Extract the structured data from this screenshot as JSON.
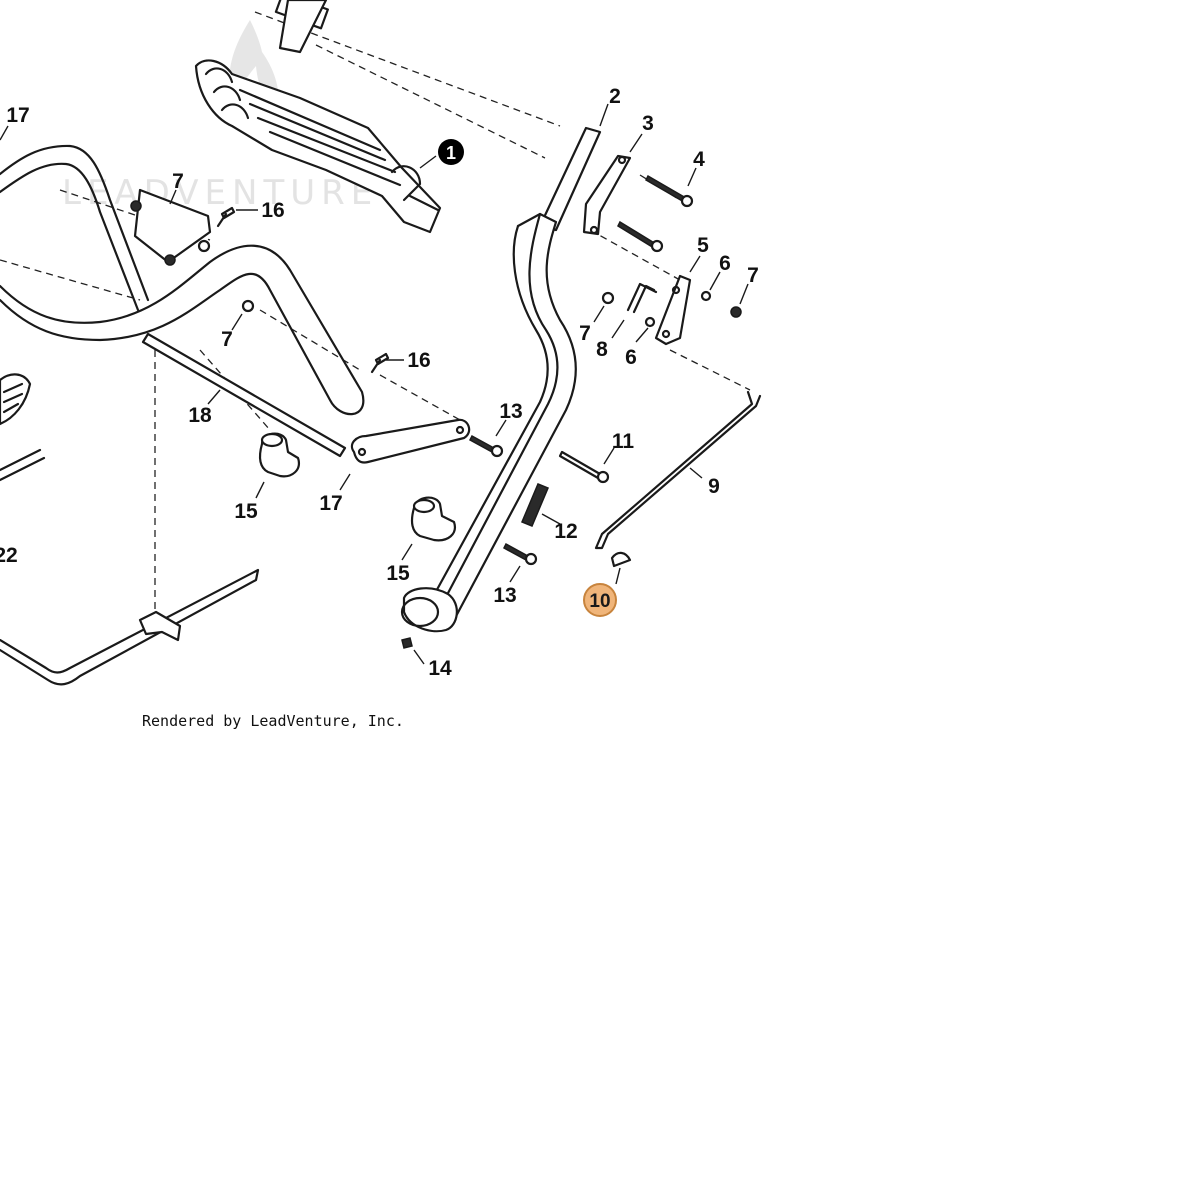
{
  "watermark_text": "LEADVENTURE",
  "credit_text": "Rendered by LeadVenture, Inc.",
  "colors": {
    "line": "#1a1a1a",
    "badge_black": "#000000",
    "badge_highlight_fill": "#f0b57a",
    "badge_highlight_stroke": "#c8843d"
  },
  "callouts": {
    "c1": "1",
    "c2": "2",
    "c3": "3",
    "c4": "4",
    "c5": "5",
    "c6a": "6",
    "c6b": "6",
    "c7a": "7",
    "c7b": "7",
    "c7c": "7",
    "c7d": "7",
    "c8": "8",
    "c9": "9",
    "c10": "10",
    "c11": "11",
    "c12": "12",
    "c13a": "13",
    "c13b": "13",
    "c14": "14",
    "c15a": "15",
    "c15b": "15",
    "c16a": "16",
    "c16b": "16",
    "c17a": "17",
    "c17b": "17",
    "c18": "18",
    "c22": "22"
  }
}
